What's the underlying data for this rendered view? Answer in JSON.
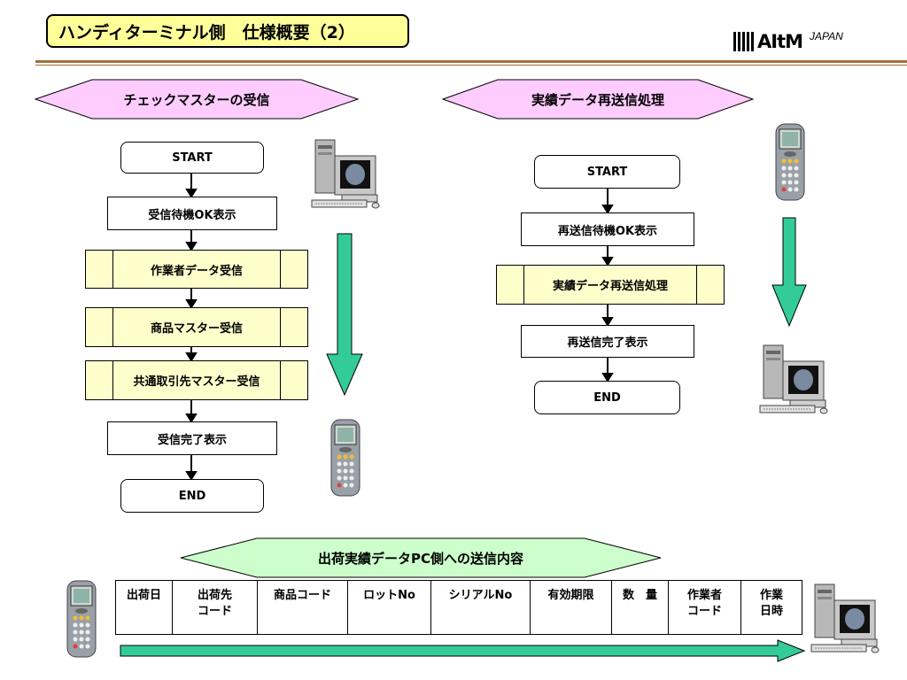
{
  "title": "ハンディターミナル側　仕様概要（2）",
  "logo": {
    "brand": "IIIIIAItM",
    "region": "JAPAN"
  },
  "colors": {
    "title_bg": "#ffff99",
    "hex_bg": "#ffccff",
    "hex_bottom_bg": "#ccffcc",
    "arrow": "#33cc99",
    "step_box": "#ffffcc",
    "divider": "#a0703a"
  },
  "flow_left": {
    "heading": "チェックマスターの受信",
    "steps": [
      "START",
      "受信待機OK表示",
      "作業者データ受信",
      "商品マスター受信",
      "共通取引先マスター受信",
      "受信完了表示",
      "END"
    ],
    "direction": "pc-to-handy"
  },
  "flow_right": {
    "heading": "実績データ再送信処理",
    "steps": [
      "START",
      "再送信待機OK表示",
      "実績データ再送信処理",
      "再送信完了表示",
      "END"
    ],
    "direction": "handy-to-pc"
  },
  "transmission": {
    "heading": "出荷実績データPC側への送信内容",
    "columns": [
      {
        "lines": [
          "出荷日"
        ]
      },
      {
        "lines": [
          "出荷先",
          "コード"
        ]
      },
      {
        "lines": [
          "商品コード"
        ]
      },
      {
        "lines": [
          "ロットNo"
        ]
      },
      {
        "lines": [
          "シリアルNo"
        ]
      },
      {
        "lines": [
          "有効期限"
        ]
      },
      {
        "lines": [
          "数　量"
        ]
      },
      {
        "lines": [
          "作業者",
          "コード"
        ]
      },
      {
        "lines": [
          "作業",
          "日時"
        ]
      }
    ]
  },
  "icons": [
    "desktop-pc-icon",
    "handy-terminal-icon",
    "down-arrow-icon",
    "right-arrow-icon"
  ]
}
